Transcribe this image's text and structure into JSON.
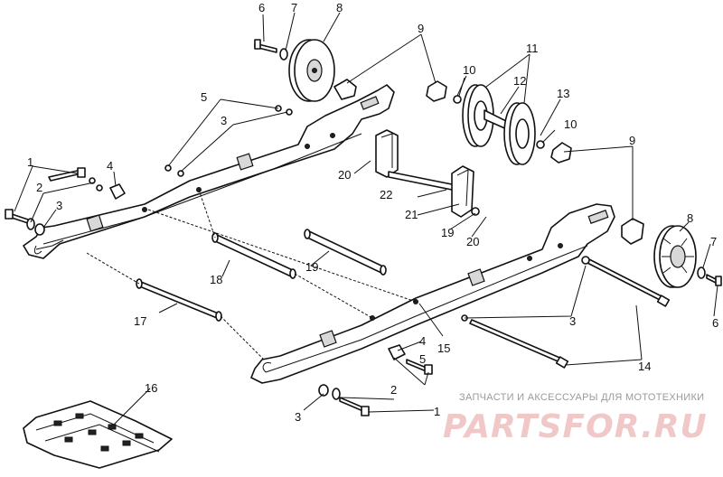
{
  "diagram": {
    "callouts": [
      "1",
      "2",
      "3",
      "4",
      "5",
      "6",
      "7",
      "8",
      "9",
      "10",
      "11",
      "12",
      "13",
      "14",
      "15",
      "16",
      "17",
      "18",
      "19",
      "20",
      "21",
      "22"
    ],
    "parts": [
      "left-rail",
      "right-rail",
      "rear-idler-wheel-upper",
      "rear-idler-wheel-right",
      "idler-wheel-pair",
      "axle",
      "bracket-20",
      "bracket-21",
      "spacer-17",
      "spacer-18",
      "spacer-19",
      "tie-rod",
      "slide-plate"
    ]
  },
  "watermark": {
    "caption": "ЗАПЧАСТИ И АКСЕССУАРЫ ДЛЯ МОТОТЕХНИКИ",
    "logo": "PARTSFOR.RU",
    "color": "#f0c8c8"
  }
}
